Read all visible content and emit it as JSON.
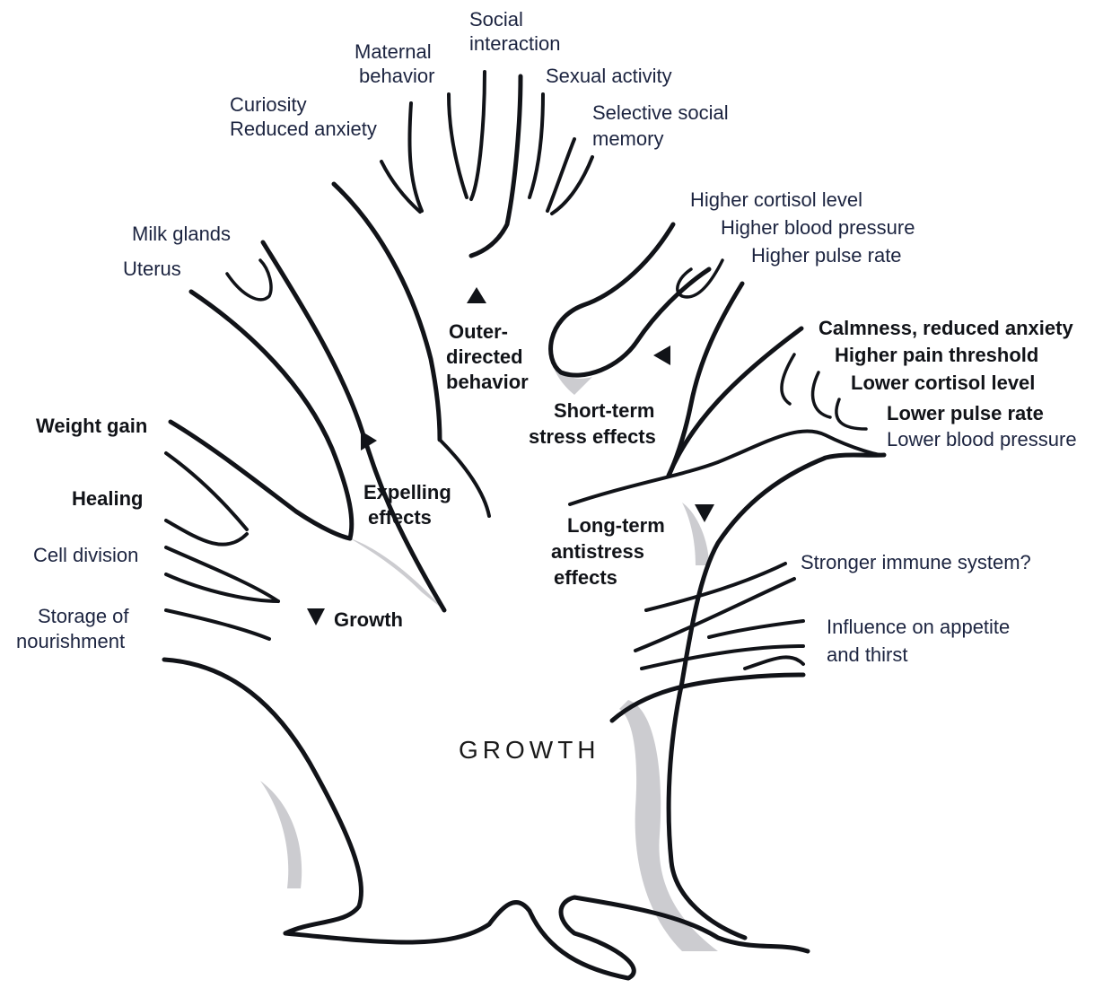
{
  "leaves": {
    "social_1": "Social",
    "social_2": "interaction",
    "maternal_1": "Maternal",
    "maternal_2": "behavior",
    "sexual": "Sexual activity",
    "selective_1": "Selective social",
    "selective_2": "memory",
    "curiosity": "Curiosity",
    "reduced_anxiety": "Reduced anxiety",
    "milk_glands": "Milk glands",
    "uterus": "Uterus",
    "higher_cortisol": "Higher cortisol level",
    "higher_bp": "Higher blood pressure",
    "higher_pulse": "Higher pulse rate",
    "calmness": "Calmness, reduced anxiety",
    "pain_threshold": "Higher pain threshold",
    "lower_cortisol": "Lower cortisol level",
    "lower_pulse": "Lower pulse rate",
    "lower_bp": "Lower blood pressure",
    "weight_gain": "Weight gain",
    "healing": "Healing",
    "cell_division": "Cell division",
    "storage_1": "Storage of",
    "storage_2": "nourishment",
    "immune": "Stronger immune system?",
    "appetite_1": "Influence on appetite",
    "appetite_2": "and thirst"
  },
  "branches": {
    "outer_1": "Outer-",
    "outer_2": "directed",
    "outer_3": "behavior",
    "short_1": "Short-term",
    "short_2": "stress effects",
    "expelling_1": "Expelling",
    "expelling_2": "effects",
    "longterm_1": "Long-term",
    "longterm_2": "antistress",
    "longterm_3": "effects",
    "growth": "Growth"
  },
  "trunk_label": "GROWTH"
}
